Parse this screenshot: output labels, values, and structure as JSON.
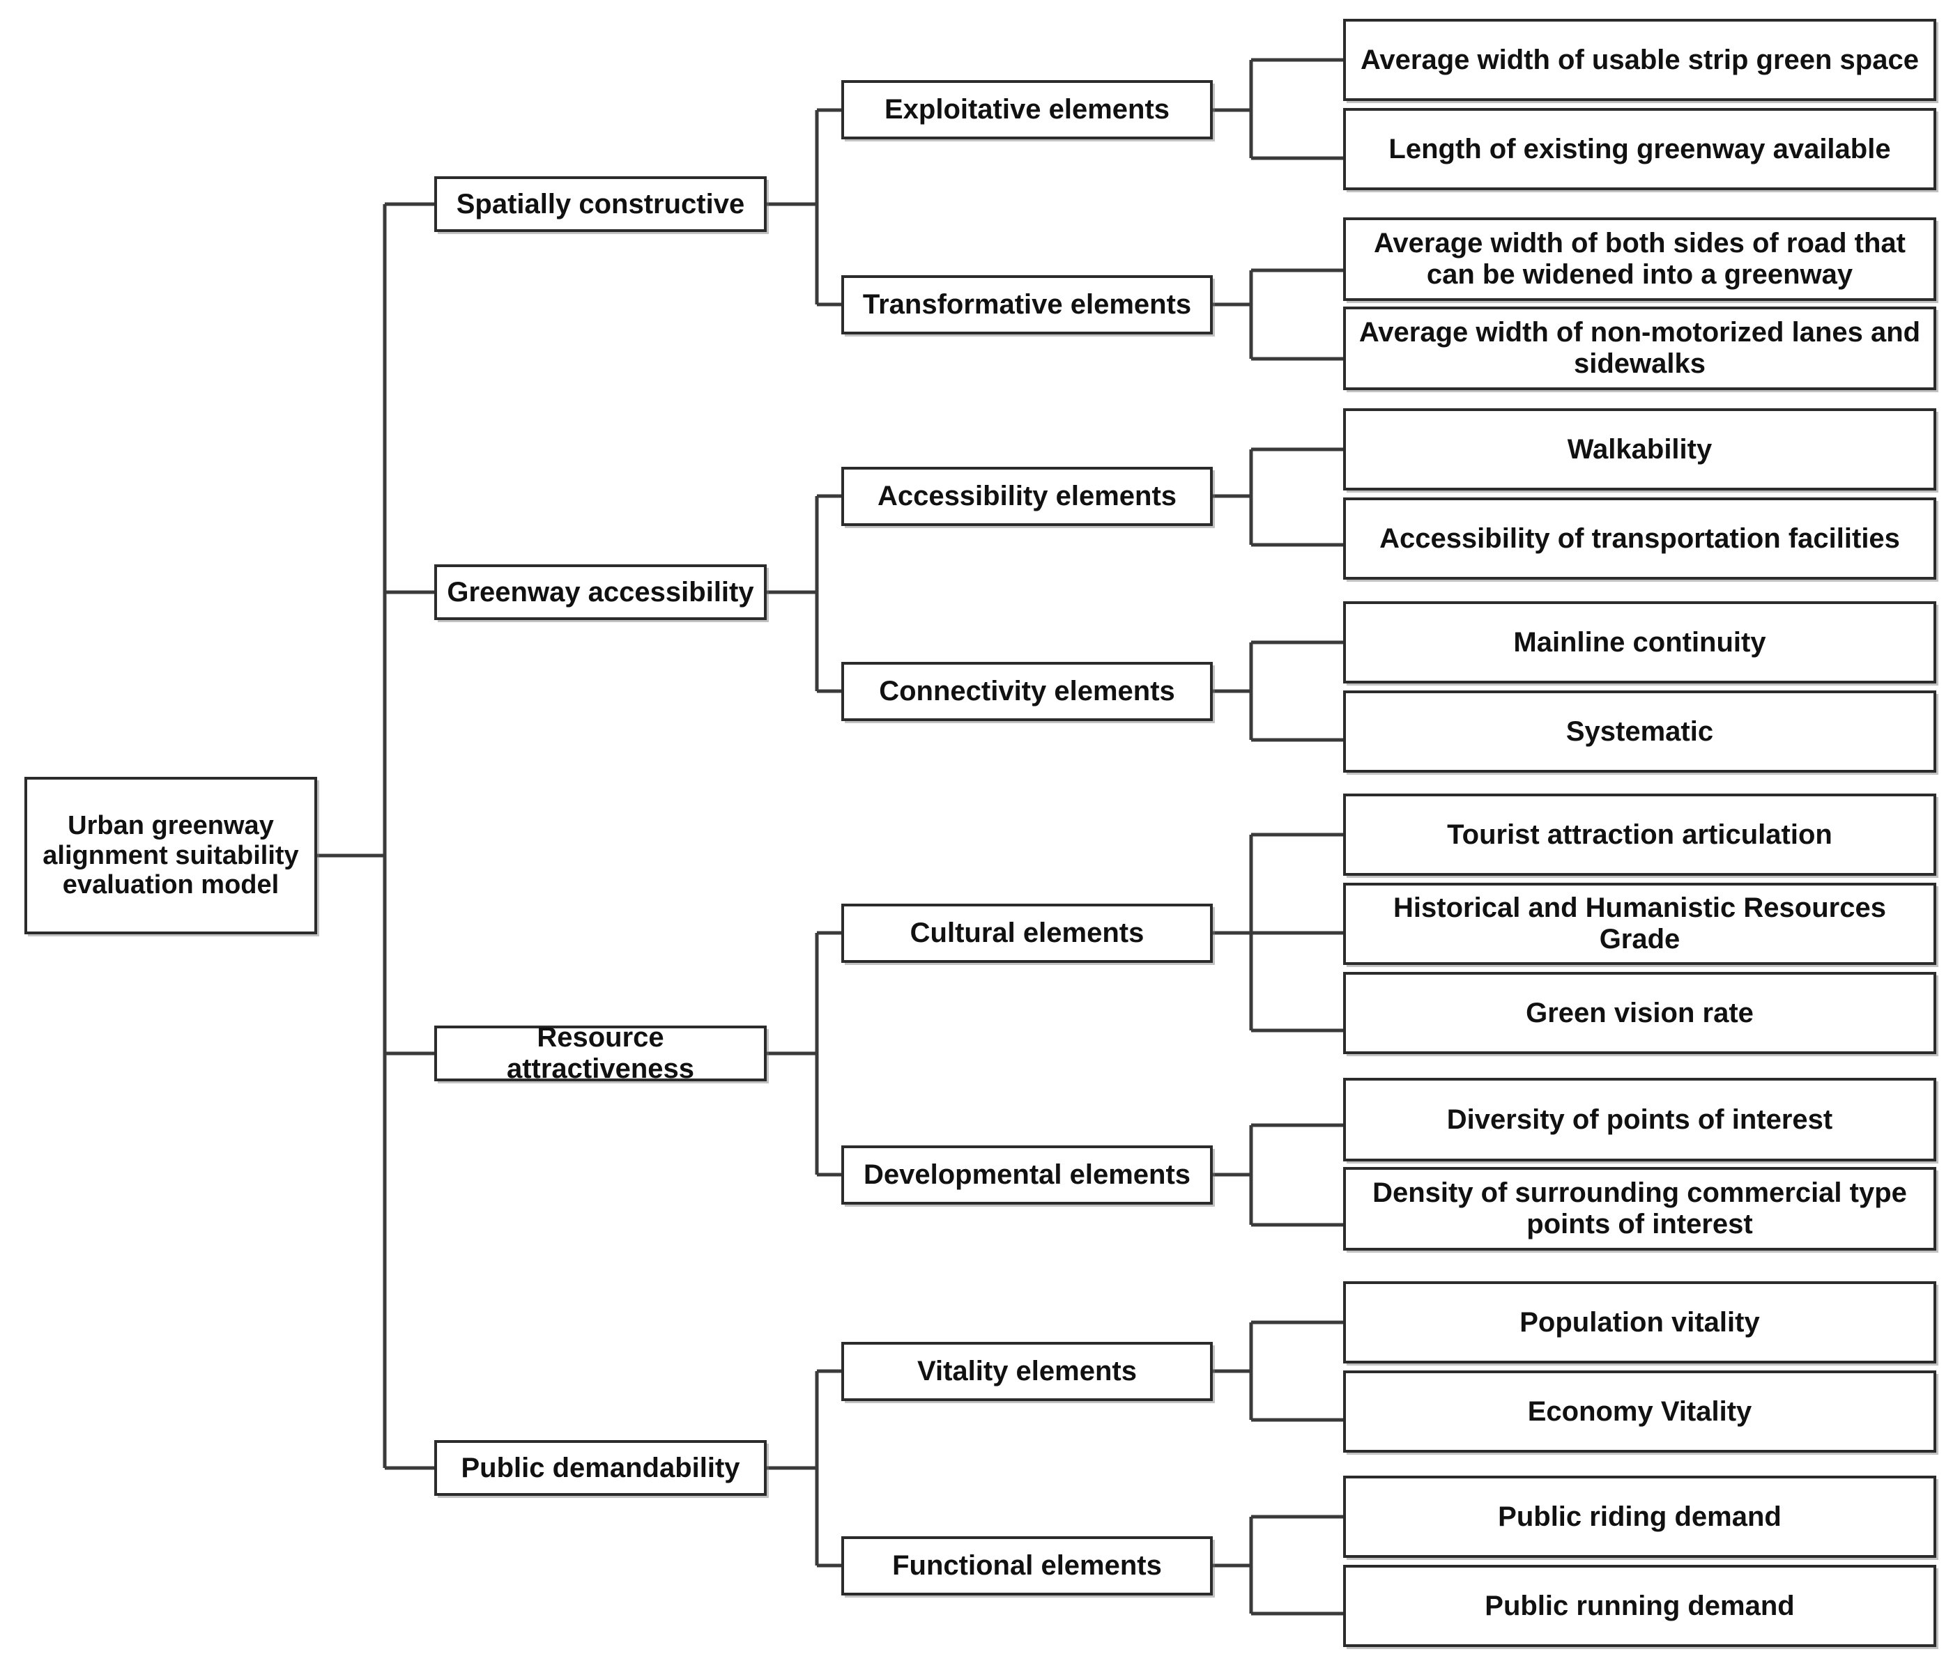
{
  "diagram": {
    "type": "hierarchy-tree",
    "orientation": "left-to-right",
    "levels": 4,
    "colors": {
      "box_border": "#2b2b2b",
      "box_fill": "#ffffff",
      "connector": "#3a3a3a",
      "text": "#111111"
    },
    "root": {
      "id": "root",
      "label": "Urban greenway alignment suitability evaluation model"
    },
    "level1": [
      {
        "id": "l1-spatial",
        "label": "Spatially constructive"
      },
      {
        "id": "l1-accessibility",
        "label": "Greenway accessibility"
      },
      {
        "id": "l1-resource",
        "label": "Resource attractiveness"
      },
      {
        "id": "l1-public",
        "label": "Public demandability"
      }
    ],
    "level2": [
      {
        "id": "l2-exploitative",
        "parent": "l1-spatial",
        "label": "Exploitative elements"
      },
      {
        "id": "l2-transformative",
        "parent": "l1-spatial",
        "label": "Transformative elements"
      },
      {
        "id": "l2-accessibility",
        "parent": "l1-accessibility",
        "label": "Accessibility elements"
      },
      {
        "id": "l2-connectivity",
        "parent": "l1-accessibility",
        "label": "Connectivity elements"
      },
      {
        "id": "l2-cultural",
        "parent": "l1-resource",
        "label": "Cultural elements"
      },
      {
        "id": "l2-developmental",
        "parent": "l1-resource",
        "label": "Developmental elements"
      },
      {
        "id": "l2-vitality",
        "parent": "l1-public",
        "label": "Vitality elements"
      },
      {
        "id": "l2-functional",
        "parent": "l1-public",
        "label": "Functional elements"
      }
    ],
    "leaves": [
      {
        "id": "leaf-01",
        "parent": "l2-exploitative",
        "label": "Average width of usable strip green space"
      },
      {
        "id": "leaf-02",
        "parent": "l2-exploitative",
        "label": "Length of existing greenway available"
      },
      {
        "id": "leaf-03",
        "parent": "l2-transformative",
        "label": "Average width of both sides of road that can be widened into a greenway"
      },
      {
        "id": "leaf-04",
        "parent": "l2-transformative",
        "label": "Average width of non-motorized lanes and sidewalks"
      },
      {
        "id": "leaf-05",
        "parent": "l2-accessibility",
        "label": "Walkability"
      },
      {
        "id": "leaf-06",
        "parent": "l2-accessibility",
        "label": "Accessibility of transportation facilities"
      },
      {
        "id": "leaf-07",
        "parent": "l2-connectivity",
        "label": "Mainline continuity"
      },
      {
        "id": "leaf-08",
        "parent": "l2-connectivity",
        "label": "Systematic"
      },
      {
        "id": "leaf-09",
        "parent": "l2-cultural",
        "label": "Tourist attraction articulation"
      },
      {
        "id": "leaf-10",
        "parent": "l2-cultural",
        "label": "Historical and Humanistic Resources Grade"
      },
      {
        "id": "leaf-11",
        "parent": "l2-cultural",
        "label": "Green vision rate"
      },
      {
        "id": "leaf-12",
        "parent": "l2-developmental",
        "label": "Diversity of points of interest"
      },
      {
        "id": "leaf-13",
        "parent": "l2-developmental",
        "label": "Density of surrounding commercial type points of interest"
      },
      {
        "id": "leaf-14",
        "parent": "l2-vitality",
        "label": "Population vitality"
      },
      {
        "id": "leaf-15",
        "parent": "l2-vitality",
        "label": "Economy Vitality"
      },
      {
        "id": "leaf-16",
        "parent": "l2-functional",
        "label": "Public riding demand"
      },
      {
        "id": "leaf-17",
        "parent": "l2-functional",
        "label": "Public running demand"
      }
    ]
  }
}
